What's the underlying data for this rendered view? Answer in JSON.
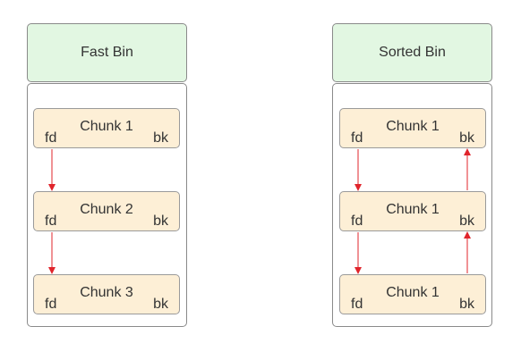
{
  "colors": {
    "bin_header_fill": "#e2f7e2",
    "chunk_fill": "#fdefd6",
    "border": "#8a8a8a",
    "arrow": "#e0242b"
  },
  "fast_bin": {
    "title": "Fast Bin",
    "chunks": [
      {
        "label": "Chunk 1",
        "fd": "fd",
        "bk": "bk"
      },
      {
        "label": "Chunk 2",
        "fd": "fd",
        "bk": "bk"
      },
      {
        "label": "Chunk 3",
        "fd": "fd",
        "bk": "bk"
      }
    ]
  },
  "sorted_bin": {
    "title": "Sorted Bin",
    "chunks": [
      {
        "label": "Chunk 1",
        "fd": "fd",
        "bk": "bk"
      },
      {
        "label": "Chunk 1",
        "fd": "fd",
        "bk": "bk"
      },
      {
        "label": "Chunk 1",
        "fd": "fd",
        "bk": "bk"
      }
    ]
  }
}
